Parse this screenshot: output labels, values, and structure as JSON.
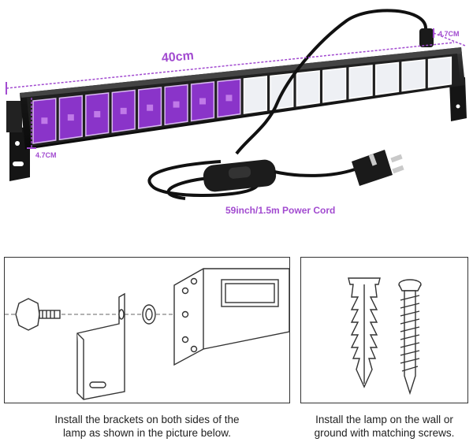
{
  "dimensions": {
    "length": "40cm",
    "width": "4.7CM",
    "height": "4.7CM"
  },
  "cord_label": "59inch/1.5m Power Cord",
  "captions": {
    "left_line1": "Install the brackets on both sides of the",
    "left_line2": "lamp as shown in the picture below.",
    "right_line1": "Install the lamp on the wall or",
    "right_line2": "ground with matching screws."
  },
  "colors": {
    "dimension": "#a24bd0",
    "housing": "#1b1b1b",
    "led_lit": "#8a34c9",
    "led_off": "#eef0f4"
  }
}
